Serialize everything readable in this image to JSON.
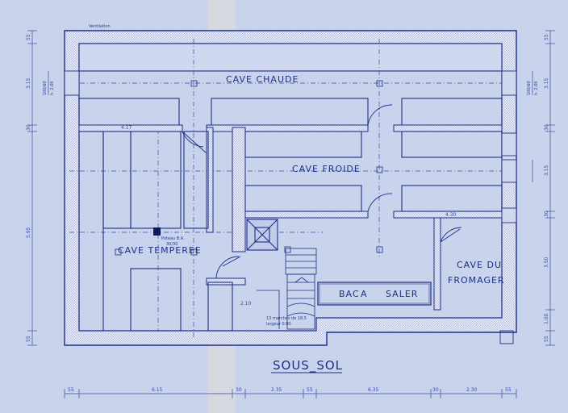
{
  "title": "SOUS_SOL",
  "rooms": {
    "cave_chaude": "CAVE   CHAUDE",
    "cave_froide": "CAVE  FROIDE",
    "cave_temperee": "CAVE  TEMPEREE",
    "cave_du_fromager_line1": "CAVE  DU",
    "cave_du_fromager_line2": "FROMAGER",
    "bac_a_saler": [
      "BAC",
      "A",
      "SALER"
    ]
  },
  "notes": {
    "ventilation": "Ventilation",
    "poteau": "Poteau B.A.",
    "poteau_size": "30/30",
    "stairs_note": "13 marches de 18.5",
    "stairs_note2": "largeur 0.80",
    "w_41": "4.17",
    "w_430": "4.30",
    "w_210": "2.10"
  },
  "bottom_dims": [
    "55",
    "6.15",
    "30",
    "2.35",
    "55",
    "6.35",
    "30",
    "2.30",
    "55"
  ],
  "left_dims": [
    "55",
    "3.15",
    "30",
    "5.95",
    "55"
  ],
  "right_dims": [
    "55",
    "3.15",
    "30",
    "3.15",
    "30",
    "3.50",
    "1.00",
    "55"
  ],
  "left_window_dims": [
    "100/60",
    "h. 2.00"
  ],
  "right_window_dims": [
    "100/60",
    "h. 2.00"
  ],
  "colors": {
    "paper": "#c9d3ec",
    "ink": "#1d2f86",
    "wall": "#e7eaf6",
    "light_ink": "#5a6cc0"
  }
}
